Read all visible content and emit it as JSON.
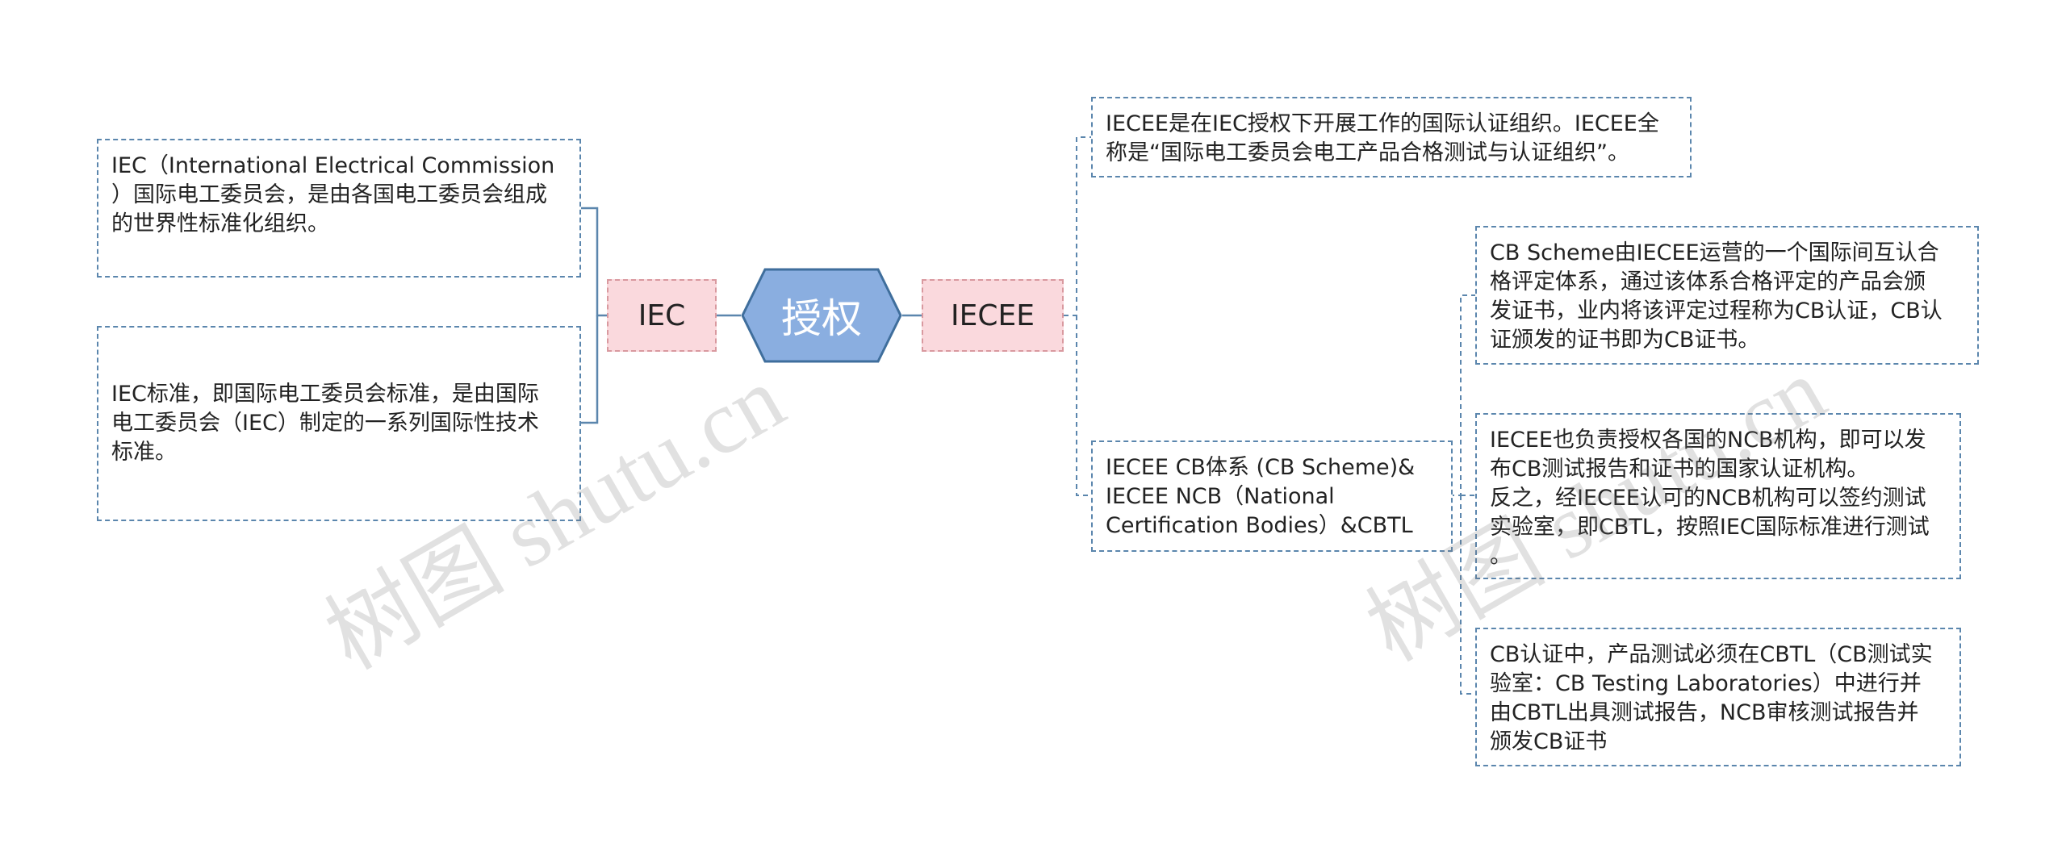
{
  "center": {
    "label": "授权",
    "fill": "#8aaee0",
    "stroke": "#3f6e9c"
  },
  "branches": {
    "left": {
      "label": "IEC"
    },
    "right": {
      "label": "IECEE"
    }
  },
  "notes": {
    "iec_definition": "IEC（International Electrical Commission\n）国际电工委员会，是由各国电工委员会组成\n的世界性标准化组织。",
    "iec_standard": "IEC标准，即国际电工委员会标准，是由国际\n电工委员会（IEC）制定的一系列国际性技术\n标准。",
    "iecee_definition": "IECEE是在IEC授权下开展工作的国际认证组织。IECEE全\n称是“国际电工委员会电工产品合格测试与认证组织”。",
    "iecee_cb_scheme": "IECEE CB体系 (CB Scheme)&\nIECEE NCB（National\nCertification Bodies）&CBTL",
    "cb_scheme_detail": "CB Scheme由IECEE运营的一个国际间互认合\n格评定体系，通过该体系合格评定的产品会颁\n发证书，业内将该评定过程称为CB认证，CB认\n证颁发的证书即为CB证书。",
    "ncb_detail": "IECEE也负责授权各国的NCB机构，即可以发\n布CB测试报告和证书的国家认证机构。\n反之，经IECEE认可的NCB机构可以签约测试\n实验室，即CBTL，按照IEC国际标准进行测试\n。",
    "cbtl_detail": "CB认证中，产品测试必须在CBTL（CB测试实\n验室：CB Testing Laboratories）中进行并\n由CBTL出具测试报告，NCB审核测试报告并\n颁发CB证书"
  },
  "watermark": "树图 shutu.cn",
  "colors": {
    "connector": "#5b86ad",
    "note_border": "#5b86ad",
    "branch_fill": "#fad9dd"
  }
}
